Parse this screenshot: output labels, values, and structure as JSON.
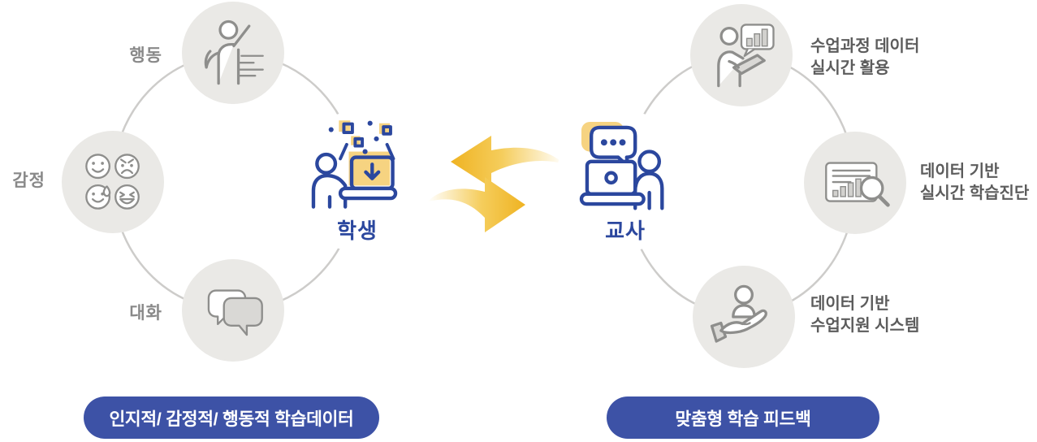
{
  "diagram": {
    "student": {
      "hub_label": "학생",
      "hub_icon": "student-laptop-data-icon",
      "satellites": [
        {
          "label": "행동",
          "icon": "raising-hand-icon"
        },
        {
          "label": "감정",
          "icon": "emotion-faces-icon"
        },
        {
          "label": "대화",
          "icon": "speech-bubbles-icon"
        }
      ],
      "pill": "인지적/ 감정적/ 행동적 학습데이터"
    },
    "teacher": {
      "hub_label": "교사",
      "hub_icon": "teacher-laptop-chat-icon",
      "satellites": [
        {
          "lines": [
            "수업과정 데이터",
            "실시간 활용"
          ],
          "icon": "presenter-chart-icon"
        },
        {
          "lines": [
            "데이터 기반",
            "실시간 학습진단"
          ],
          "icon": "report-magnifier-icon"
        },
        {
          "lines": [
            "데이터 기반",
            "수업지원 시스템"
          ],
          "icon": "hand-support-icon"
        }
      ],
      "pill": "맞춤형 학습 피드백"
    },
    "arrows": {
      "left_icon": "arrow-left-icon",
      "right_icon": "arrow-right-icon"
    },
    "colors": {
      "accent_blue": "#2b479e",
      "pill_blue": "#3d52a6",
      "highlight_yellow": "#f6d381",
      "arrow_gold": "#f0b42a",
      "circle_gray": "#eae9e6"
    }
  }
}
